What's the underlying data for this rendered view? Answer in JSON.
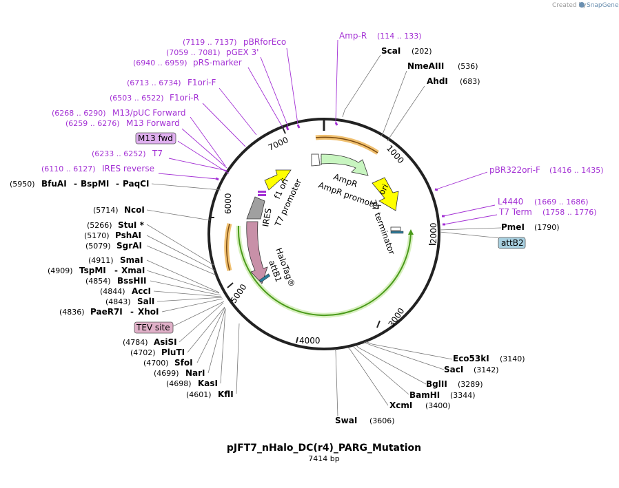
{
  "credit": {
    "prefix": "Created by",
    "brand": "SnapGene"
  },
  "plasmid": {
    "name": "pJFT7_nHalo_DC(r4)_PARG_Mutation",
    "size": "7414 bp"
  },
  "ticks": [
    "1000",
    "2000",
    "3000",
    "4000",
    "5000",
    "6000",
    "7000"
  ],
  "features": {
    "ampr": "AmpR",
    "ampr_promoter": "AmpR promoter",
    "ori": "ori",
    "t7_terminator": "T7 terminator",
    "f1_ori": "f1 ori",
    "t7_promoter": "T7 promoter",
    "ires": "IRES",
    "halotag": "HaloTag®",
    "attb1": "attB1"
  },
  "boxes": {
    "m13fwd": "M13 fwd",
    "attb2": "attB2",
    "tev": "TEV site"
  },
  "enzymes_right": [
    {
      "name": "ScaI",
      "pos": "(202)"
    },
    {
      "name": "NmeAIII",
      "pos": "(536)"
    },
    {
      "name": "AhdI",
      "pos": "(683)"
    },
    {
      "name": "PmeI",
      "pos": "(1790)"
    },
    {
      "name": "Eco53kI",
      "pos": "(3140)"
    },
    {
      "name": "SacI",
      "pos": "(3142)"
    },
    {
      "name": "BglII",
      "pos": "(3289)"
    },
    {
      "name": "BamHI",
      "pos": "(3344)"
    },
    {
      "name": "XcmI",
      "pos": "(3400)"
    },
    {
      "name": "SwaI",
      "pos": "(3606)"
    }
  ],
  "enzymes_left": [
    {
      "pos": "(5950)",
      "name": "BfuAI",
      "name2": "BspMI",
      "name3": "PaqCI"
    },
    {
      "pos": "(5714)",
      "name": "NcoI"
    },
    {
      "pos": "(5266)",
      "name": "StuI *"
    },
    {
      "pos": "(5170)",
      "name": "PshAI"
    },
    {
      "pos": "(5079)",
      "name": "SgrAI"
    },
    {
      "pos": "(4911)",
      "name": "SmaI"
    },
    {
      "pos": "(4909)",
      "name": "TspMI",
      "name2": "XmaI"
    },
    {
      "pos": "(4854)",
      "name": "BssHII"
    },
    {
      "pos": "(4844)",
      "name": "AccI"
    },
    {
      "pos": "(4843)",
      "name": "SalI"
    },
    {
      "pos": "(4836)",
      "name": "PaeR7I",
      "name2": "XhoI"
    },
    {
      "pos": "(4784)",
      "name": "AsiSI"
    },
    {
      "pos": "(4702)",
      "name": "PluTI"
    },
    {
      "pos": "(4700)",
      "name": "SfoI"
    },
    {
      "pos": "(4699)",
      "name": "NarI"
    },
    {
      "pos": "(4698)",
      "name": "KasI"
    },
    {
      "pos": "(4601)",
      "name": "KflI"
    }
  ],
  "primers": [
    {
      "pos": "(7119 .. 7137)",
      "name": "pBRforEco"
    },
    {
      "pos": "(7059 .. 7081)",
      "name": "pGEX 3'"
    },
    {
      "pos": "(6940 .. 6959)",
      "name": "pRS-marker"
    },
    {
      "pos": "(6713 .. 6734)",
      "name": "F1ori-F"
    },
    {
      "pos": "(6503 .. 6522)",
      "name": "F1ori-R"
    },
    {
      "pos": "(6268 .. 6290)",
      "name": "M13/pUC Forward"
    },
    {
      "pos": "(6259 .. 6276)",
      "name": "M13 Forward"
    },
    {
      "pos": "(6233 .. 6252)",
      "name": "T7"
    },
    {
      "pos": "(6110 .. 6127)",
      "name": "IRES reverse"
    }
  ],
  "primers_right": [
    {
      "name": "Amp-R",
      "pos": "(114 .. 133)"
    },
    {
      "name": "pBR322ori-F",
      "pos": "(1416 .. 1435)"
    },
    {
      "name": "L4440",
      "pos": "(1669 .. 1686)"
    },
    {
      "name": "T7 Term",
      "pos": "(1758 .. 1776)"
    }
  ],
  "colors": {
    "backbone": "#222222",
    "ampr": "#c8f5c0",
    "ori": "#ffff00",
    "f1ori": "#ffff00",
    "ires": "#a0a0a0",
    "halotag": "#c890a8",
    "primer": "#a330d4",
    "orf_highlight": "#f0c070",
    "orf_green": "#4a9a1a",
    "m13_box": "#e0b0f0",
    "attb2_box": "#a8d0e0",
    "tev_box": "#e0b0c8"
  }
}
